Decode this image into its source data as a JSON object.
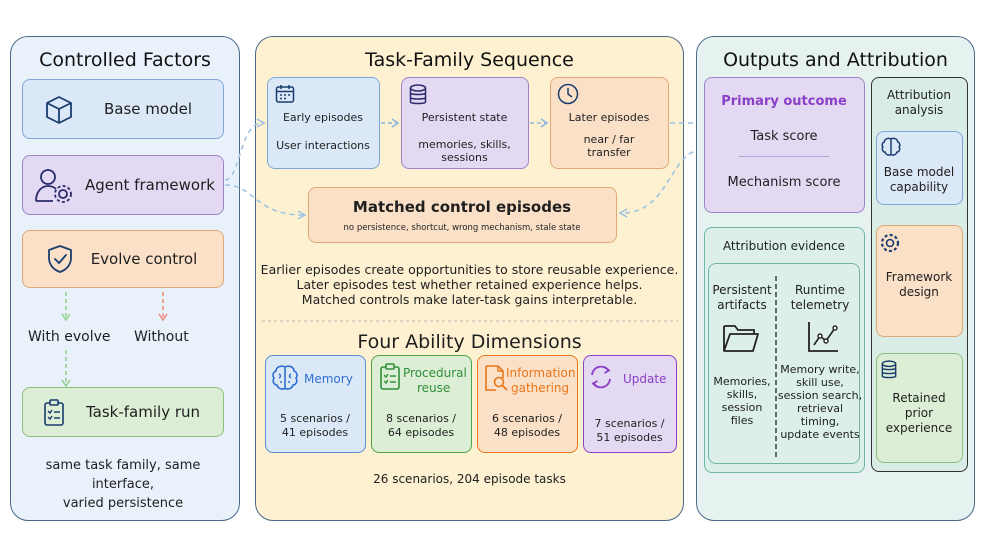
{
  "left": {
    "title": "Controlled Factors",
    "base_model": "Base model",
    "agent_framework": "Agent framework",
    "evolve_control": "Evolve control",
    "with_evolve": "With evolve",
    "without": "Without",
    "task_family_run": "Task-family run",
    "caption_line1": "same task family, same",
    "caption_line2": "interface,",
    "caption_line3": "varied persistence"
  },
  "middle": {
    "title": "Task-Family Sequence",
    "early": {
      "title": "Early episodes",
      "sub": "User interactions"
    },
    "persistent": {
      "title": "Persistent state",
      "sub1": "memories, skills,",
      "sub2": "sessions"
    },
    "later": {
      "title": "Later episodes",
      "sub1": "near / far",
      "sub2": "transfer"
    },
    "matched": {
      "title": "Matched control episodes",
      "sub": "no persistence, shortcut, wrong mechanism, stale state"
    },
    "desc1": "Earlier episodes create opportunities to store reusable experience.",
    "desc2": "Later episodes test whether retained experience helps.",
    "desc3": "Matched controls make later-task gains interpretable.",
    "ability_title": "Four Ability Dimensions",
    "abilities": [
      {
        "label": "Memory",
        "line1": "5 scenarios /",
        "line2": "41 episodes",
        "color": "#2f6fd1"
      },
      {
        "label1": "Procedural",
        "label2": "reuse",
        "line1": "8 scenarios /",
        "line2": "64 episodes",
        "color": "#2f8f3a"
      },
      {
        "label1": "Information",
        "label2": "gathering",
        "line1": "6 scenarios /",
        "line2": "48 episodes",
        "color": "#e8761a"
      },
      {
        "label": "Update",
        "line1": "7 scenarios /",
        "line2": "51 episodes",
        "color": "#8a3fc6"
      }
    ],
    "total": "26 scenarios, 204 episode tasks"
  },
  "right": {
    "title": "Outputs and Attribution",
    "primary": {
      "title": "Primary outcome",
      "task": "Task score",
      "mechanism": "Mechanism score"
    },
    "evidence": {
      "title": "Attribution evidence",
      "persistent1": "Persistent",
      "persistent2": "artifacts",
      "persistent_items": [
        "Memories,",
        "skills,",
        "session",
        "files"
      ],
      "runtime1": "Runtime",
      "runtime2": "telemetry",
      "runtime_items": [
        "Memory write,",
        "skill use,",
        "session search,",
        "retrieval",
        "timing,",
        "update events"
      ]
    },
    "analysis": {
      "title1": "Attribution",
      "title2": "analysis",
      "base1": "Base model",
      "base2": "capability",
      "framework1": "Framework",
      "framework2": "design",
      "retained1": "Retained",
      "retained2": "prior",
      "retained3": "experience"
    }
  },
  "colors": {
    "blue_fill": "#dbe8f7",
    "purple_fill": "#e4d9f3",
    "orange_fill": "#fbe0c8",
    "green_fill": "#dcefd6",
    "cream": "#fdf1d2",
    "panel_left": "#e9f1fa",
    "panel_right": "#e6f2ef"
  }
}
